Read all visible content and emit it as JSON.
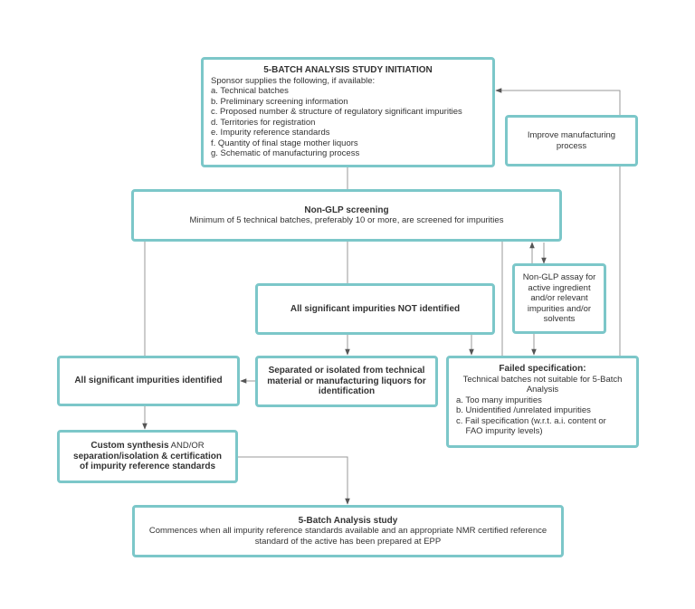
{
  "initiation": {
    "title": "5-BATCH ANALYSIS STUDY INITIATION",
    "intro": "Sponsor supplies the following, if available:",
    "items": [
      "a. Technical batches",
      "b. Preliminary screening information",
      "c. Proposed number & structure of regulatory significant impurities",
      "d. Territories for registration",
      "e. Impurity reference standards",
      "f.  Quantity of final stage mother liquors",
      "g. Schematic of manufacturing process"
    ]
  },
  "improve": {
    "text": "Improve manufacturing process"
  },
  "screening": {
    "title": "Non-GLP screening",
    "text": "Minimum of 5 technical batches, preferably 10 or more, are screened for impurities"
  },
  "assay": {
    "text": "Non-GLP assay for active ingredient and/or relevant impurities and/or solvents"
  },
  "not_identified": {
    "title": "All significant impurities NOT identified"
  },
  "identified": {
    "title": "All significant impurities identified"
  },
  "separated": {
    "title": "Separated or isolated from technical material or manufacturing liquors for identification"
  },
  "failed": {
    "title": "Failed specification:",
    "subtitle": "Technical batches not suitable for 5-Batch Analysis",
    "items": [
      "a. Too many impurities",
      "b. Unidentified /unrelated impurities",
      "c. Fail specification (w.r.t. a.i. content or",
      "    FAO impurity levels)"
    ]
  },
  "custom": {
    "line1_bold": "Custom synthesis",
    "line1_normal": " AND/OR",
    "line2": "separation/isolation & certification",
    "line3": "of impurity reference standards"
  },
  "study": {
    "title": "5-Batch Analysis study",
    "text": "Commences when all impurity reference standards available and an appropriate NMR certified reference standard of the active has been prepared at EPP"
  },
  "colors": {
    "box_border": "#7cc7c9",
    "connector": "#9a9a9a",
    "arrowhead": "#555555"
  }
}
